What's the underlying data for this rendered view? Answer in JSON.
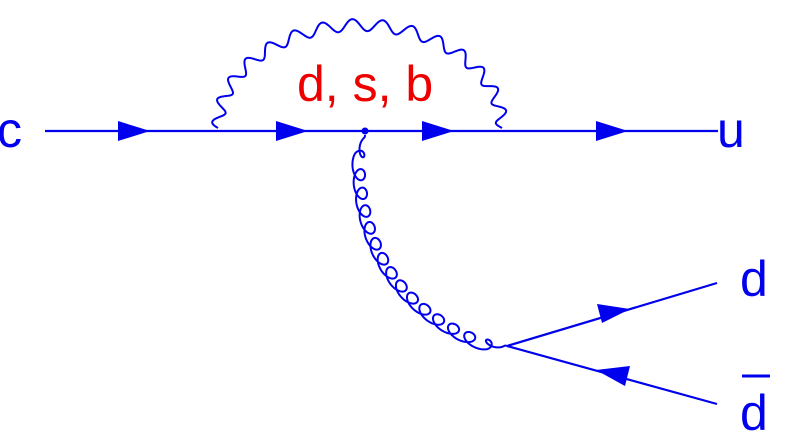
{
  "labels": {
    "incoming_quark": "c",
    "outgoing_quark": "u",
    "loop_quarks": "d, s, b",
    "pair_quark": "d",
    "pair_antiquark": "d"
  },
  "colors": {
    "lines": "#0000ee",
    "loop_label": "#ee0000",
    "background": "#ffffff"
  },
  "icons": {
    "fermion_arrow": "filled-triangle-arrow",
    "vertex": "dot"
  }
}
